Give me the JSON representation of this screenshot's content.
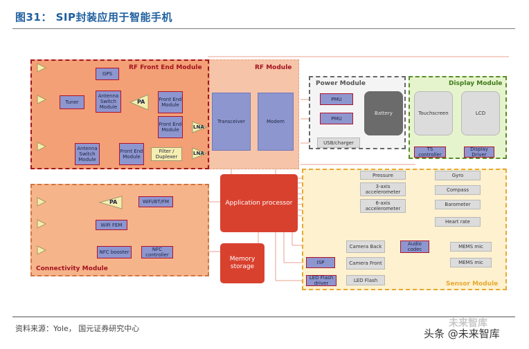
{
  "figure": {
    "title": "图31：  SIP封装应用于智能手机"
  },
  "rf_front_end": {
    "label": "RF Front End Module",
    "blocks": [
      "GPS",
      "Tuner",
      "Antenna Switch Module",
      "PA",
      "Front End Module",
      "Front End Module",
      "LNA",
      "Antenna Switch Module",
      "Front End Module",
      "Filter / Duplexer",
      "LNA"
    ]
  },
  "rf_module": {
    "label": "RF Module",
    "transceiver": "Transceiver",
    "modem": "Modem"
  },
  "power": {
    "label": "Power Module",
    "pmu1": "PMU",
    "pmu2": "PMU",
    "battery": "Battery",
    "usb": "USB/charger"
  },
  "display": {
    "label": "Display Module",
    "touchscreen": "Touchscreen",
    "lcd": "LCD",
    "ts": "TS controller",
    "driver": "Display Driver"
  },
  "connectivity": {
    "label": "Connectivity Module",
    "pa": "PA",
    "wifi_bt": "WiFi/BT/FM",
    "wifi_fem": "WiFi FEM",
    "nfc_booster": "NFC booster",
    "nfc_controller": "NFC controller"
  },
  "core": {
    "app_processor": "Application processor",
    "memory": "Memory storage"
  },
  "sensor": {
    "label": "Sensor Module",
    "items": [
      "Pressure",
      "3-axis accelerometer",
      "6-axis accelerometer",
      "Gyro",
      "Compass",
      "Barometer",
      "Heart rate",
      "Camera Back",
      "Camera Front",
      "LED Flash",
      "Audio codec",
      "MEMS mic",
      "MEMS mic",
      "ISP",
      "LED Flash driver"
    ]
  },
  "footer": {
    "source": "资料来源：Yole，  国元证券研究中心"
  },
  "watermark": {
    "text": "头条 @未来智库",
    "text2": "未来智库"
  },
  "colors": {
    "title": "#1f5f9e",
    "rf_bg": "#f3a076",
    "rf_border": "#a3131f",
    "app": "#d9412f",
    "power_border": "#666666",
    "display_border": "#5a8a2a",
    "sensor_border": "#e8a830"
  }
}
